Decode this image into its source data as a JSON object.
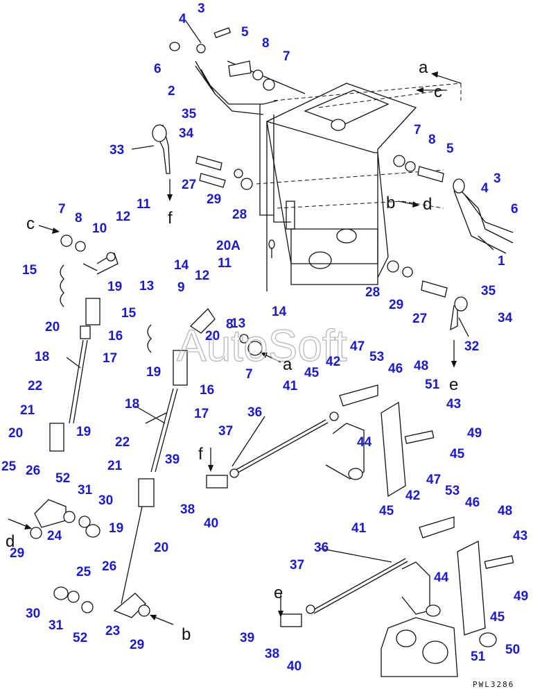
{
  "diagram_code": "PWL3286",
  "watermark": "AutoSoft",
  "view_refs": {
    "a_top": "a",
    "c_top": "c",
    "c_left": "c",
    "b_mid": "b",
    "d_mid": "d",
    "f_upper": "f",
    "a_center": "a",
    "e_right": "e",
    "f_lower": "f",
    "d_left": "d",
    "e_lower": "e",
    "b_bottom": "b"
  },
  "callouts": {
    "c3a": "3",
    "c4a": "4",
    "c5a": "5",
    "c6a": "6",
    "c8a": "8",
    "c7a": "7",
    "c2": "2",
    "c35a": "35",
    "c34a": "34",
    "c33": "33",
    "c27a": "27",
    "c29a": "29",
    "c28a": "28",
    "c7b": "7",
    "c8b": "8",
    "c5b": "5",
    "c3b": "3",
    "c4b": "4",
    "c6b": "6",
    "c1": "1",
    "c7c": "7",
    "c8c": "8",
    "c10": "10",
    "c12a": "12",
    "c11a": "11",
    "c14a": "14",
    "c13a": "13",
    "c15a": "15",
    "c19a": "19",
    "c20a": "20",
    "c16a": "16",
    "c17a": "17",
    "c18a": "18",
    "c20A": "20A",
    "c11b": "11",
    "c12b": "12",
    "c9": "9",
    "c15b": "15",
    "c14b": "14",
    "c13b": "13",
    "c20b": "20",
    "c8d": "8",
    "c7d": "7",
    "c19b": "19",
    "c16b": "16",
    "c17b": "17",
    "c28b": "28",
    "c29b": "29",
    "c27b": "27",
    "c35b": "35",
    "c34b": "34",
    "c32": "32",
    "c22a": "22",
    "c21a": "21",
    "c20c": "20",
    "c19c": "19",
    "c18b": "18",
    "c22b": "22",
    "c21b": "21",
    "c25a": "25",
    "c26a": "26",
    "c52a": "52",
    "c31a": "31",
    "c30a": "30",
    "c24": "24",
    "c29c": "29",
    "c19d": "19",
    "c20d": "20",
    "c39a": "39",
    "c38a": "38",
    "c40a": "40",
    "c37a": "37",
    "c36a": "36",
    "c47a": "47",
    "c53a": "53",
    "c42a": "42",
    "c45a": "45",
    "c41a": "41",
    "c46a": "46",
    "c48a": "48",
    "c51a": "51",
    "c43a": "43",
    "c44a": "44",
    "c49a": "49",
    "c45b": "45",
    "c47b": "47",
    "c53b": "53",
    "c42b": "42",
    "c45c": "45",
    "c46b": "46",
    "c48b": "48",
    "c41b": "41",
    "c43b": "43",
    "c36b": "36",
    "c37b": "37",
    "c44b": "44",
    "c49b": "49",
    "c45d": "45",
    "c25b": "25",
    "c26b": "26",
    "c30b": "30",
    "c31b": "31",
    "c52b": "52",
    "c23": "23",
    "c29d": "29",
    "c39b": "39",
    "c38b": "38",
    "c40b": "40",
    "c51b": "51",
    "c50": "50"
  }
}
